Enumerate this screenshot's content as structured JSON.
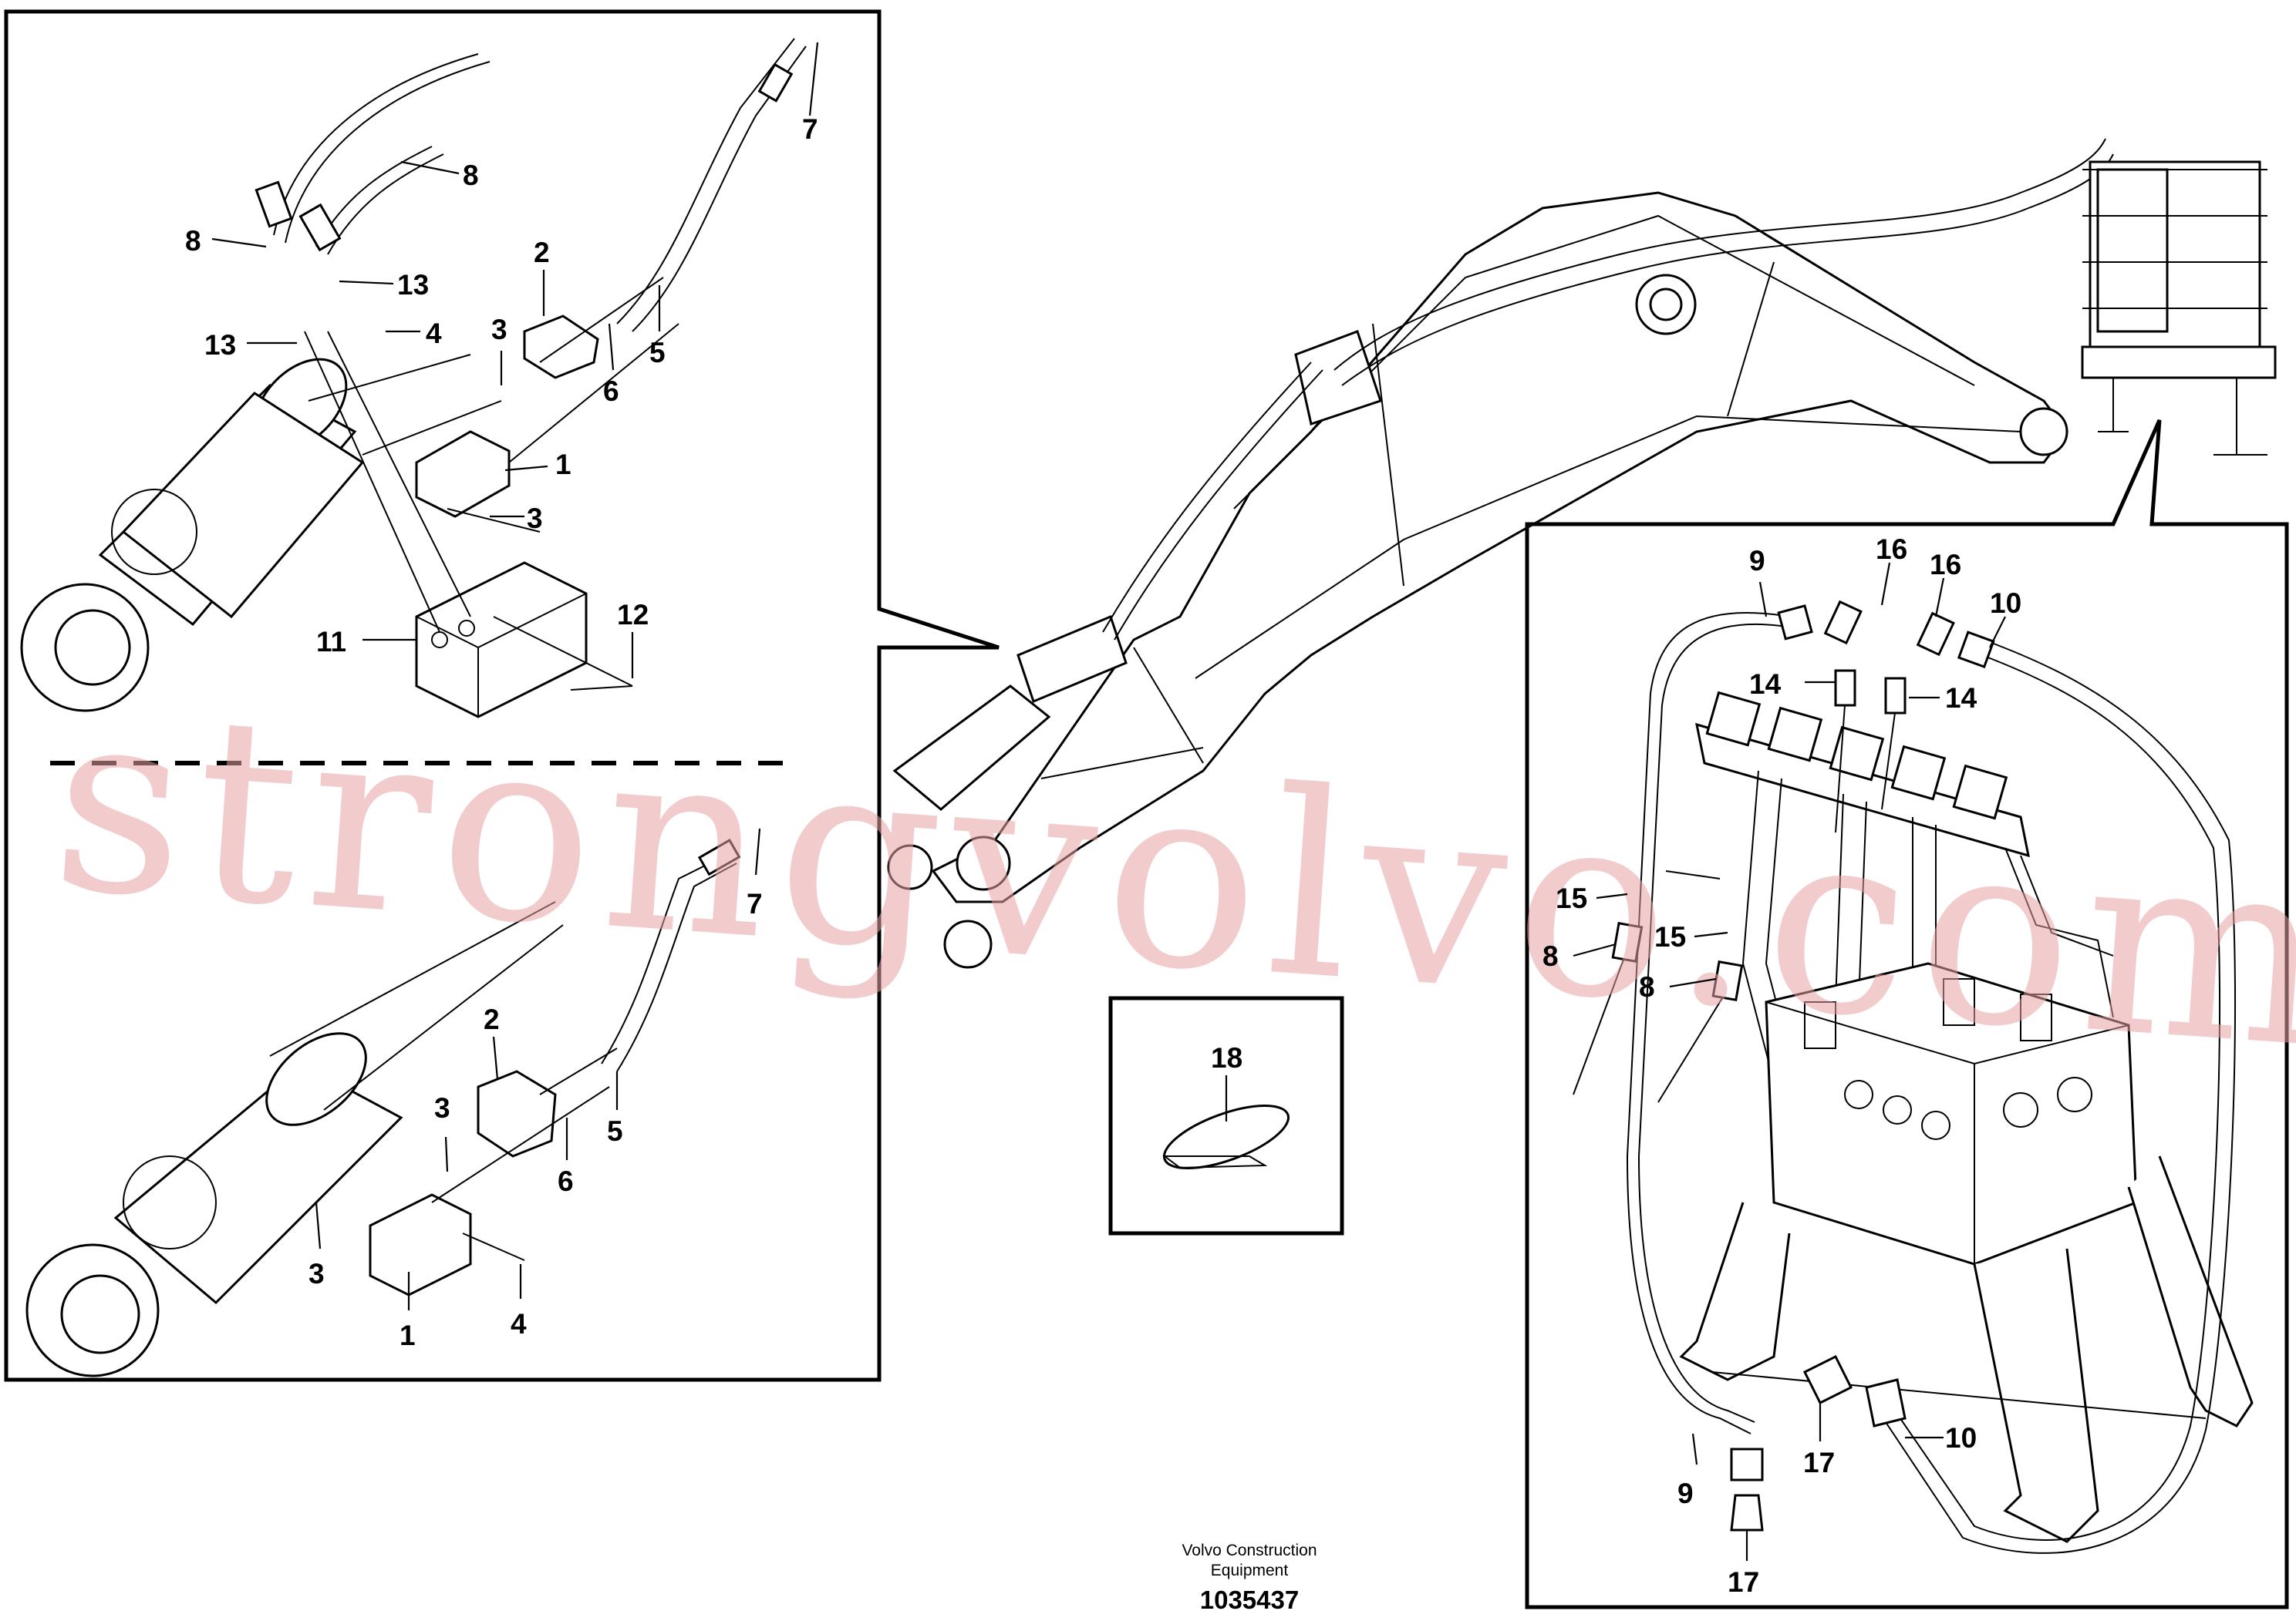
{
  "watermark": "strongvolvo.com",
  "footer": {
    "company_line1": "Volvo Construction",
    "company_line2": "Equipment",
    "drawing_number": "1035437"
  },
  "callouts": {
    "top_left": [
      "7",
      "8",
      "8",
      "13",
      "13",
      "2",
      "4",
      "3",
      "5",
      "6",
      "1",
      "3",
      "12",
      "11"
    ],
    "bottom_left": [
      "7",
      "2",
      "3",
      "5",
      "6",
      "3",
      "1",
      "4"
    ],
    "small_box": [
      "18"
    ],
    "right": [
      "9",
      "16",
      "16",
      "10",
      "14",
      "14",
      "15",
      "15",
      "8",
      "8",
      "10",
      "17",
      "9",
      "17"
    ]
  }
}
